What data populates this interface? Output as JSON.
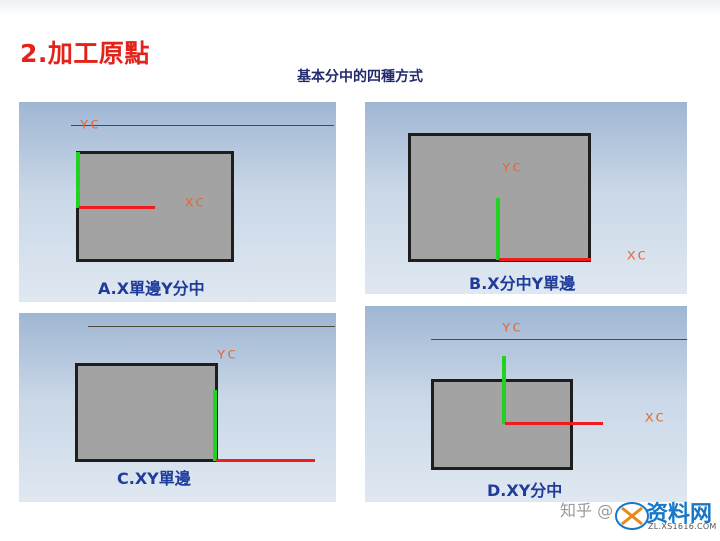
{
  "header": {
    "title": "2.加工原點",
    "subtitle": "基本分中的四種方式"
  },
  "axes": {
    "x_label": "XC",
    "y_label": "YC"
  },
  "diagrams": [
    {
      "id": "A",
      "caption": "A.X單邊Y分中"
    },
    {
      "id": "B",
      "caption": "B.X分中Y單邊"
    },
    {
      "id": "C",
      "caption": "C.XY單邊"
    },
    {
      "id": "D",
      "caption": "D.XY分中"
    }
  ],
  "colors": {
    "title": "#e2231a",
    "caption": "#1f3c9b",
    "x_axis": "#ee1c1c",
    "y_axis": "#22d222",
    "part": "#a3a3a3"
  },
  "watermark": {
    "text": "知乎 @",
    "logo_text": "资料网",
    "logo_url": "ZL.XS1616.COM"
  }
}
